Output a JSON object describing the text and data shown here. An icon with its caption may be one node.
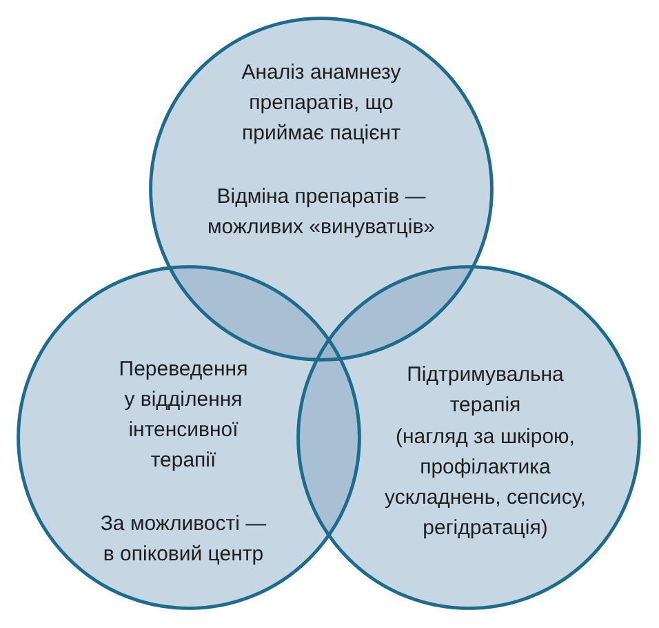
{
  "diagram": {
    "nodes": [
      {
        "text": [
          "Аналіз анамнезу препаратів, що приймає пацієнт",
          "Відміна препаратів — можливих «винуватців»"
        ]
      },
      {
        "text": [
          "Переведення у відділення інтенсивної терапії",
          "За можливості — в опіковий центр"
        ]
      },
      {
        "text": [
          "Підтримувальна терапія",
          "(нагляд за шкірою, профілактика ускладнень, сепсису, регідратація)"
        ]
      }
    ]
  }
}
